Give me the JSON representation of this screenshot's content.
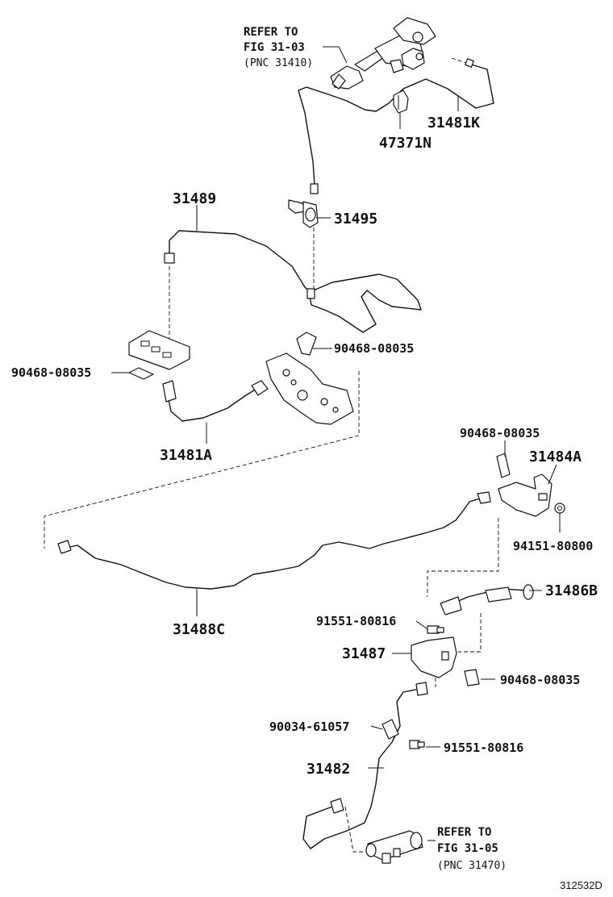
{
  "labels": {
    "ref_top_1": "REFER TO",
    "ref_top_2": "FIG 31-03",
    "ref_top_3": "(PNC 31410)",
    "p31481K": "31481K",
    "p47371N": "47371N",
    "p31489": "31489",
    "p31495": "31495",
    "p90468_a": "90468-08035",
    "p90468_b": "90468-08035",
    "p31481A": "31481A",
    "p90468_c": "90468-08035",
    "p31484A": "31484A",
    "p94151": "94151-80800",
    "p31486B": "31486B",
    "p91551_a": "91551-80816",
    "p31488C": "31488C",
    "p31487": "31487",
    "p90468_d": "90468-08035",
    "p90034": "90034-61057",
    "p91551_b": "91551-80816",
    "p31482": "31482",
    "ref_bot_1": "REFER TO",
    "ref_bot_2": "FIG 31-05",
    "ref_bot_3": "(PNC 31470)",
    "figure_id": "312532D"
  }
}
